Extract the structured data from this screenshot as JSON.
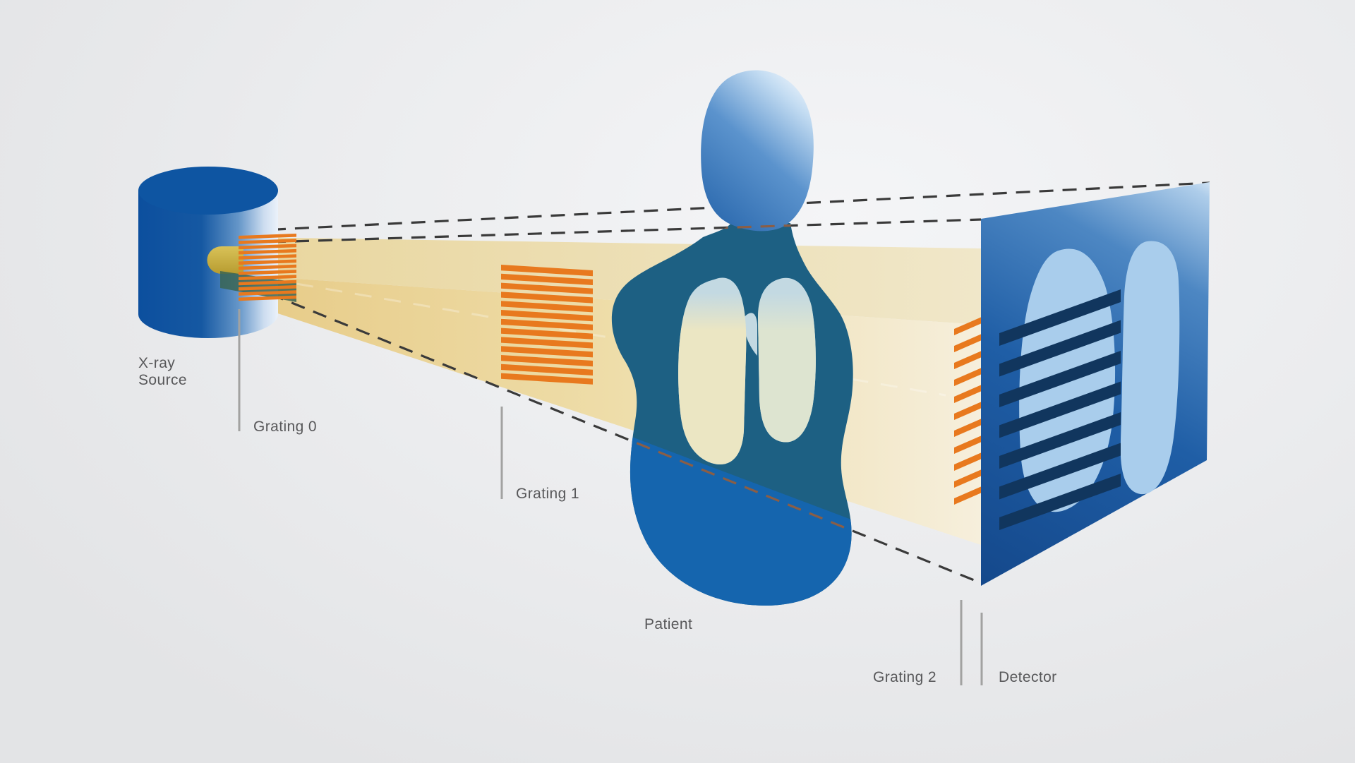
{
  "scene": {
    "type": "schematic-diagram",
    "subject": "grating-based x-ray imaging setup",
    "labels": {
      "source": [
        "X-ray",
        "Source"
      ],
      "grating0": "Grating 0",
      "grating1": "Grating 1",
      "patient": "Patient",
      "grating2": "Grating 2",
      "detector": "Detector"
    },
    "colors": {
      "background": "#ebecee",
      "grating_orange": "#e8791e",
      "source_blue_dark": "#0d4f9e",
      "source_blue_light": "#ebf2fa",
      "beam_tan": "#e7cb87",
      "beam_tan_pale": "#f6efdc",
      "aperture_yellow": "#d2b64a",
      "aperture_shadow": "#3a6553",
      "patient_teal": "#1d6083",
      "patient_blue": "#1565ae",
      "head_blue": "#2b69ae",
      "lung_pale_blue": "#c3d9e2",
      "lung_cream": "#ebe6c3",
      "lung_sage": "#dde4d0",
      "detector_blue_dark": "#14488b",
      "detector_blue_light": "#f4f9fd",
      "detector_lung_blue": "#a9cdec",
      "fringe_navy": "#11365e",
      "dashed_line": "#3a3a3a",
      "dashed_line_over_patient": "#8a5e46",
      "leader_line": "#a2a2a1",
      "label_text": "#58585a"
    },
    "counts": {
      "grating0_stripes": 13,
      "grating1_stripes": 13,
      "grating2_stripes": 11,
      "detector_fringes": 7
    }
  }
}
